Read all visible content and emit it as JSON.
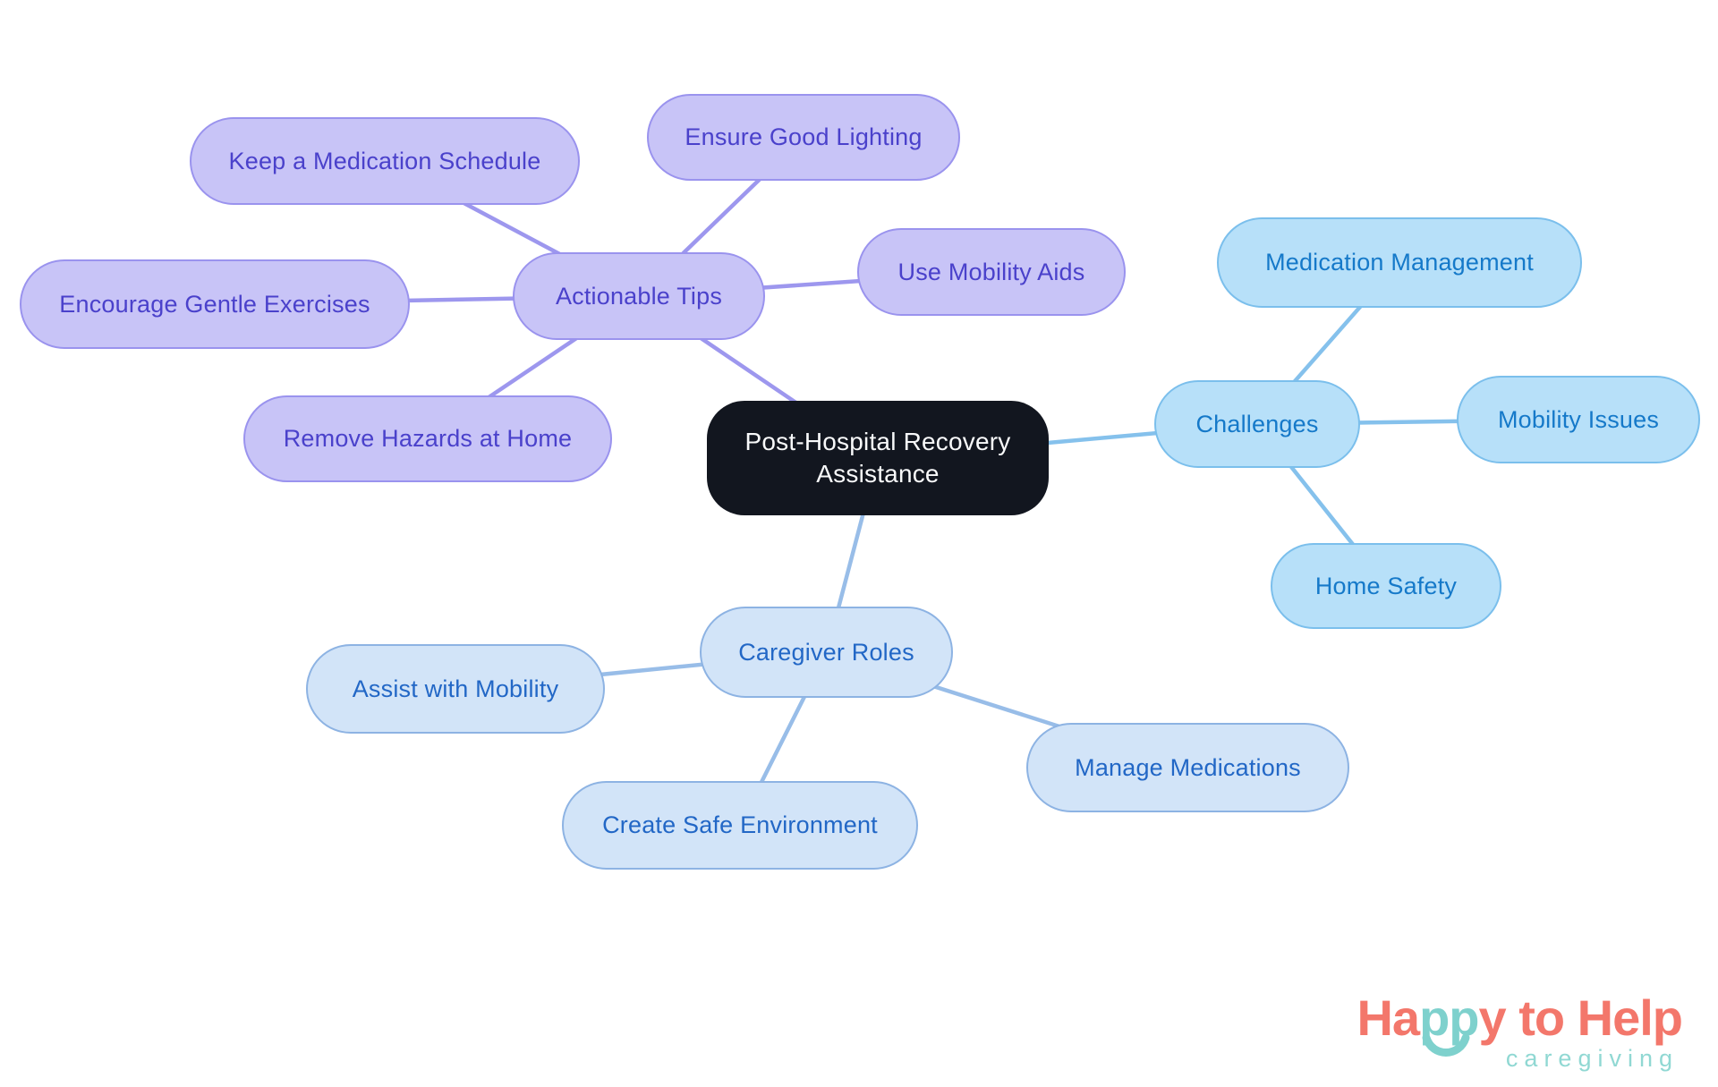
{
  "page": {
    "background": "#ffffff"
  },
  "groups": {
    "central": {
      "fill": "#12161f",
      "border": "#12161f",
      "text": "#f8f9fa",
      "edge": "#12161f"
    },
    "actionable": {
      "fill": "#c8c4f7",
      "border": "#9a93ee",
      "text": "#4a41cb",
      "edge": "#9d97ee"
    },
    "challenges": {
      "fill": "#b7e0f9",
      "border": "#7bbfec",
      "text": "#1579c9",
      "edge": "#85c1ec"
    },
    "caregiver": {
      "fill": "#d2e4f8",
      "border": "#8db3e3",
      "text": "#2267c6",
      "edge": "#98bde8"
    }
  },
  "mindmap": {
    "root": "Post-Hospital Recovery Assistance",
    "branches": [
      {
        "label": "Actionable Tips",
        "children": [
          "Keep a Medication Schedule",
          "Ensure Good Lighting",
          "Use Mobility Aids",
          "Encourage Gentle Exercises",
          "Remove Hazards at Home"
        ]
      },
      {
        "label": "Challenges",
        "children": [
          "Medication Management",
          "Mobility Issues",
          "Home Safety"
        ]
      },
      {
        "label": "Caregiver Roles",
        "children": [
          "Assist with Mobility",
          "Manage Medications",
          "Create Safe Environment"
        ]
      }
    ]
  },
  "logo": {
    "word_ha": "Ha",
    "word_pp": "pp",
    "word_y": "y",
    "word_to": " to ",
    "word_help": "Help",
    "tagline": "caregiving",
    "coral": "#f3776b",
    "teal": "#7ed1cd",
    "tagline_color": "#90d8d3"
  }
}
